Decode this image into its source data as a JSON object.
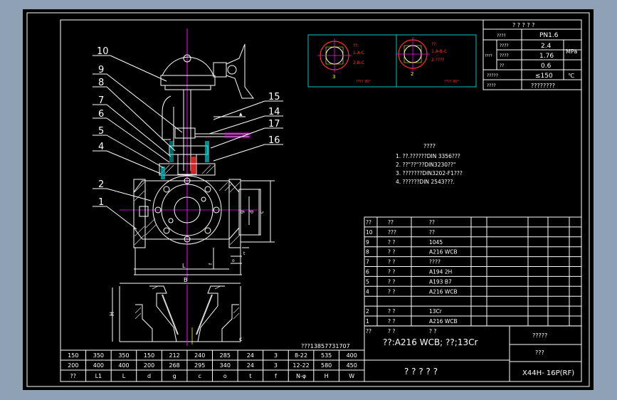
{
  "colors": {
    "background": "#8fa1b4",
    "sheet": "#000000",
    "line": "#ffffff",
    "magenta": "#ff00ff",
    "cyan": "#00c8c8",
    "red": "#ff3030",
    "yellow": "#ffff00"
  },
  "callouts": [
    "10",
    "9",
    "8",
    "7",
    "6",
    "5",
    "4",
    "2",
    "1",
    "15",
    "14",
    "17",
    "16"
  ],
  "dimensions": {
    "L": "L",
    "B": "B",
    "c": "c",
    "d": "d",
    "N": "N",
    "phi": "φ",
    "f": "f",
    "H": "H",
    "g": "g",
    "o": "o"
  },
  "sections": {
    "left": {
      "lines": [
        "??:",
        "1.A-C",
        "2.B-C"
      ],
      "mark": "3",
      "note": "???? 90°"
    },
    "right": {
      "lines": [
        "??:",
        "1.A-B-C",
        "2.????"
      ],
      "mark": "2",
      "note": "???? 90°"
    }
  },
  "spec_table": {
    "title": "? ? ? ? ?",
    "pn_label": "????",
    "pn_value": "PN1.6",
    "row_group": "????",
    "rows": [
      {
        "label": "????",
        "value": "2.4"
      },
      {
        "label": "????",
        "value": "1.76"
      },
      {
        "label": "??",
        "value": "0.6"
      }
    ],
    "unit_mpa": "MPa",
    "temp_label": "?????",
    "temp_value": "≤150",
    "temp_unit": "℃",
    "media_label": "????",
    "media_value": "????????"
  },
  "notes": {
    "title": "????",
    "items": [
      "1. ??.??????DIN 3356???",
      "2. ??\"??\"??DIN3230??\"",
      "3. ???????DIN3202-F1???",
      "4. ??????DIN 2543???."
    ]
  },
  "parts": {
    "header": [
      "??",
      "??",
      "??"
    ],
    "rows": [
      [
        "10",
        "???",
        "??"
      ],
      [
        "9",
        "? ?",
        "1045"
      ],
      [
        "8",
        "? ?",
        "A216 WCB"
      ],
      [
        "7",
        "? ?",
        "????"
      ],
      [
        "6",
        "? ?",
        "A194 2H"
      ],
      [
        "5",
        "? ?",
        "A193 B7"
      ],
      [
        "4",
        "? ?",
        "A216 WCB"
      ],
      [
        "",
        "",
        ""
      ],
      [
        "2",
        "? ?",
        "13Cr"
      ],
      [
        "1",
        "? ?",
        "A216 WCB"
      ],
      [
        "??",
        "? ?",
        "? ?"
      ]
    ]
  },
  "contact": "???13857731707",
  "dim_table": {
    "rows": [
      [
        "150",
        "350",
        "350",
        "150",
        "212",
        "240",
        "285",
        "24",
        "3",
        "8-22",
        "535",
        "400"
      ],
      [
        "200",
        "400",
        "400",
        "200",
        "268",
        "295",
        "340",
        "24",
        "3",
        "12-22",
        "580",
        "450"
      ]
    ],
    "header": [
      "??",
      "L1",
      "L",
      "d",
      "g",
      "c",
      "o",
      "t",
      "f",
      "N-φ",
      "H",
      "W"
    ]
  },
  "title_block": {
    "material": "??:A216 WCB; ??;13Cr",
    "name": "? ? ? ? ?",
    "drawing_label": "?????",
    "scale_label": "???",
    "model": "X44H- 16P(RF)"
  }
}
